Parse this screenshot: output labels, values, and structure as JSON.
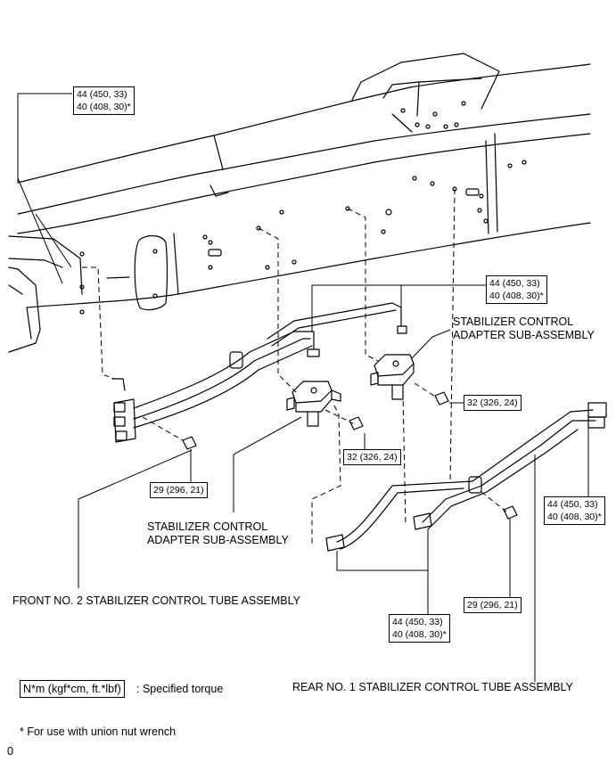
{
  "torque_callouts": {
    "t1": {
      "line1": "44 (450, 33)",
      "line2": "40 (408, 30)*"
    },
    "t2": {
      "line1": "44 (450, 33)",
      "line2": "40 (408, 30)*"
    },
    "t3": {
      "line1": "32 (326, 24)"
    },
    "t4": {
      "line1": "32 (326, 24)"
    },
    "t5": {
      "line1": "29 (296, 21)"
    },
    "t6": {
      "line1": "44 (450, 33)",
      "line2": "40 (408, 30)*"
    },
    "t7": {
      "line1": "29 (296, 21)"
    },
    "t8": {
      "line1": "44 (450, 33)",
      "line2": "40 (408, 30)*"
    }
  },
  "part_labels": {
    "adapter_right": {
      "line1": "STABILIZER CONTROL",
      "line2": "ADAPTER SUB-ASSEMBLY"
    },
    "adapter_left": {
      "line1": "STABILIZER CONTROL",
      "line2": "ADAPTER SUB-ASSEMBLY"
    },
    "front_tube": "FRONT NO. 2 STABILIZER CONTROL TUBE ASSEMBLY",
    "rear_tube": "REAR NO. 1 STABILIZER CONTROL TUBE ASSEMBLY"
  },
  "legend": {
    "units": "N*m (kgf*cm, ft.*lbf)",
    "meaning": ": Specified torque",
    "footnote": "* For use with union nut wrench",
    "figure_code": "0"
  }
}
